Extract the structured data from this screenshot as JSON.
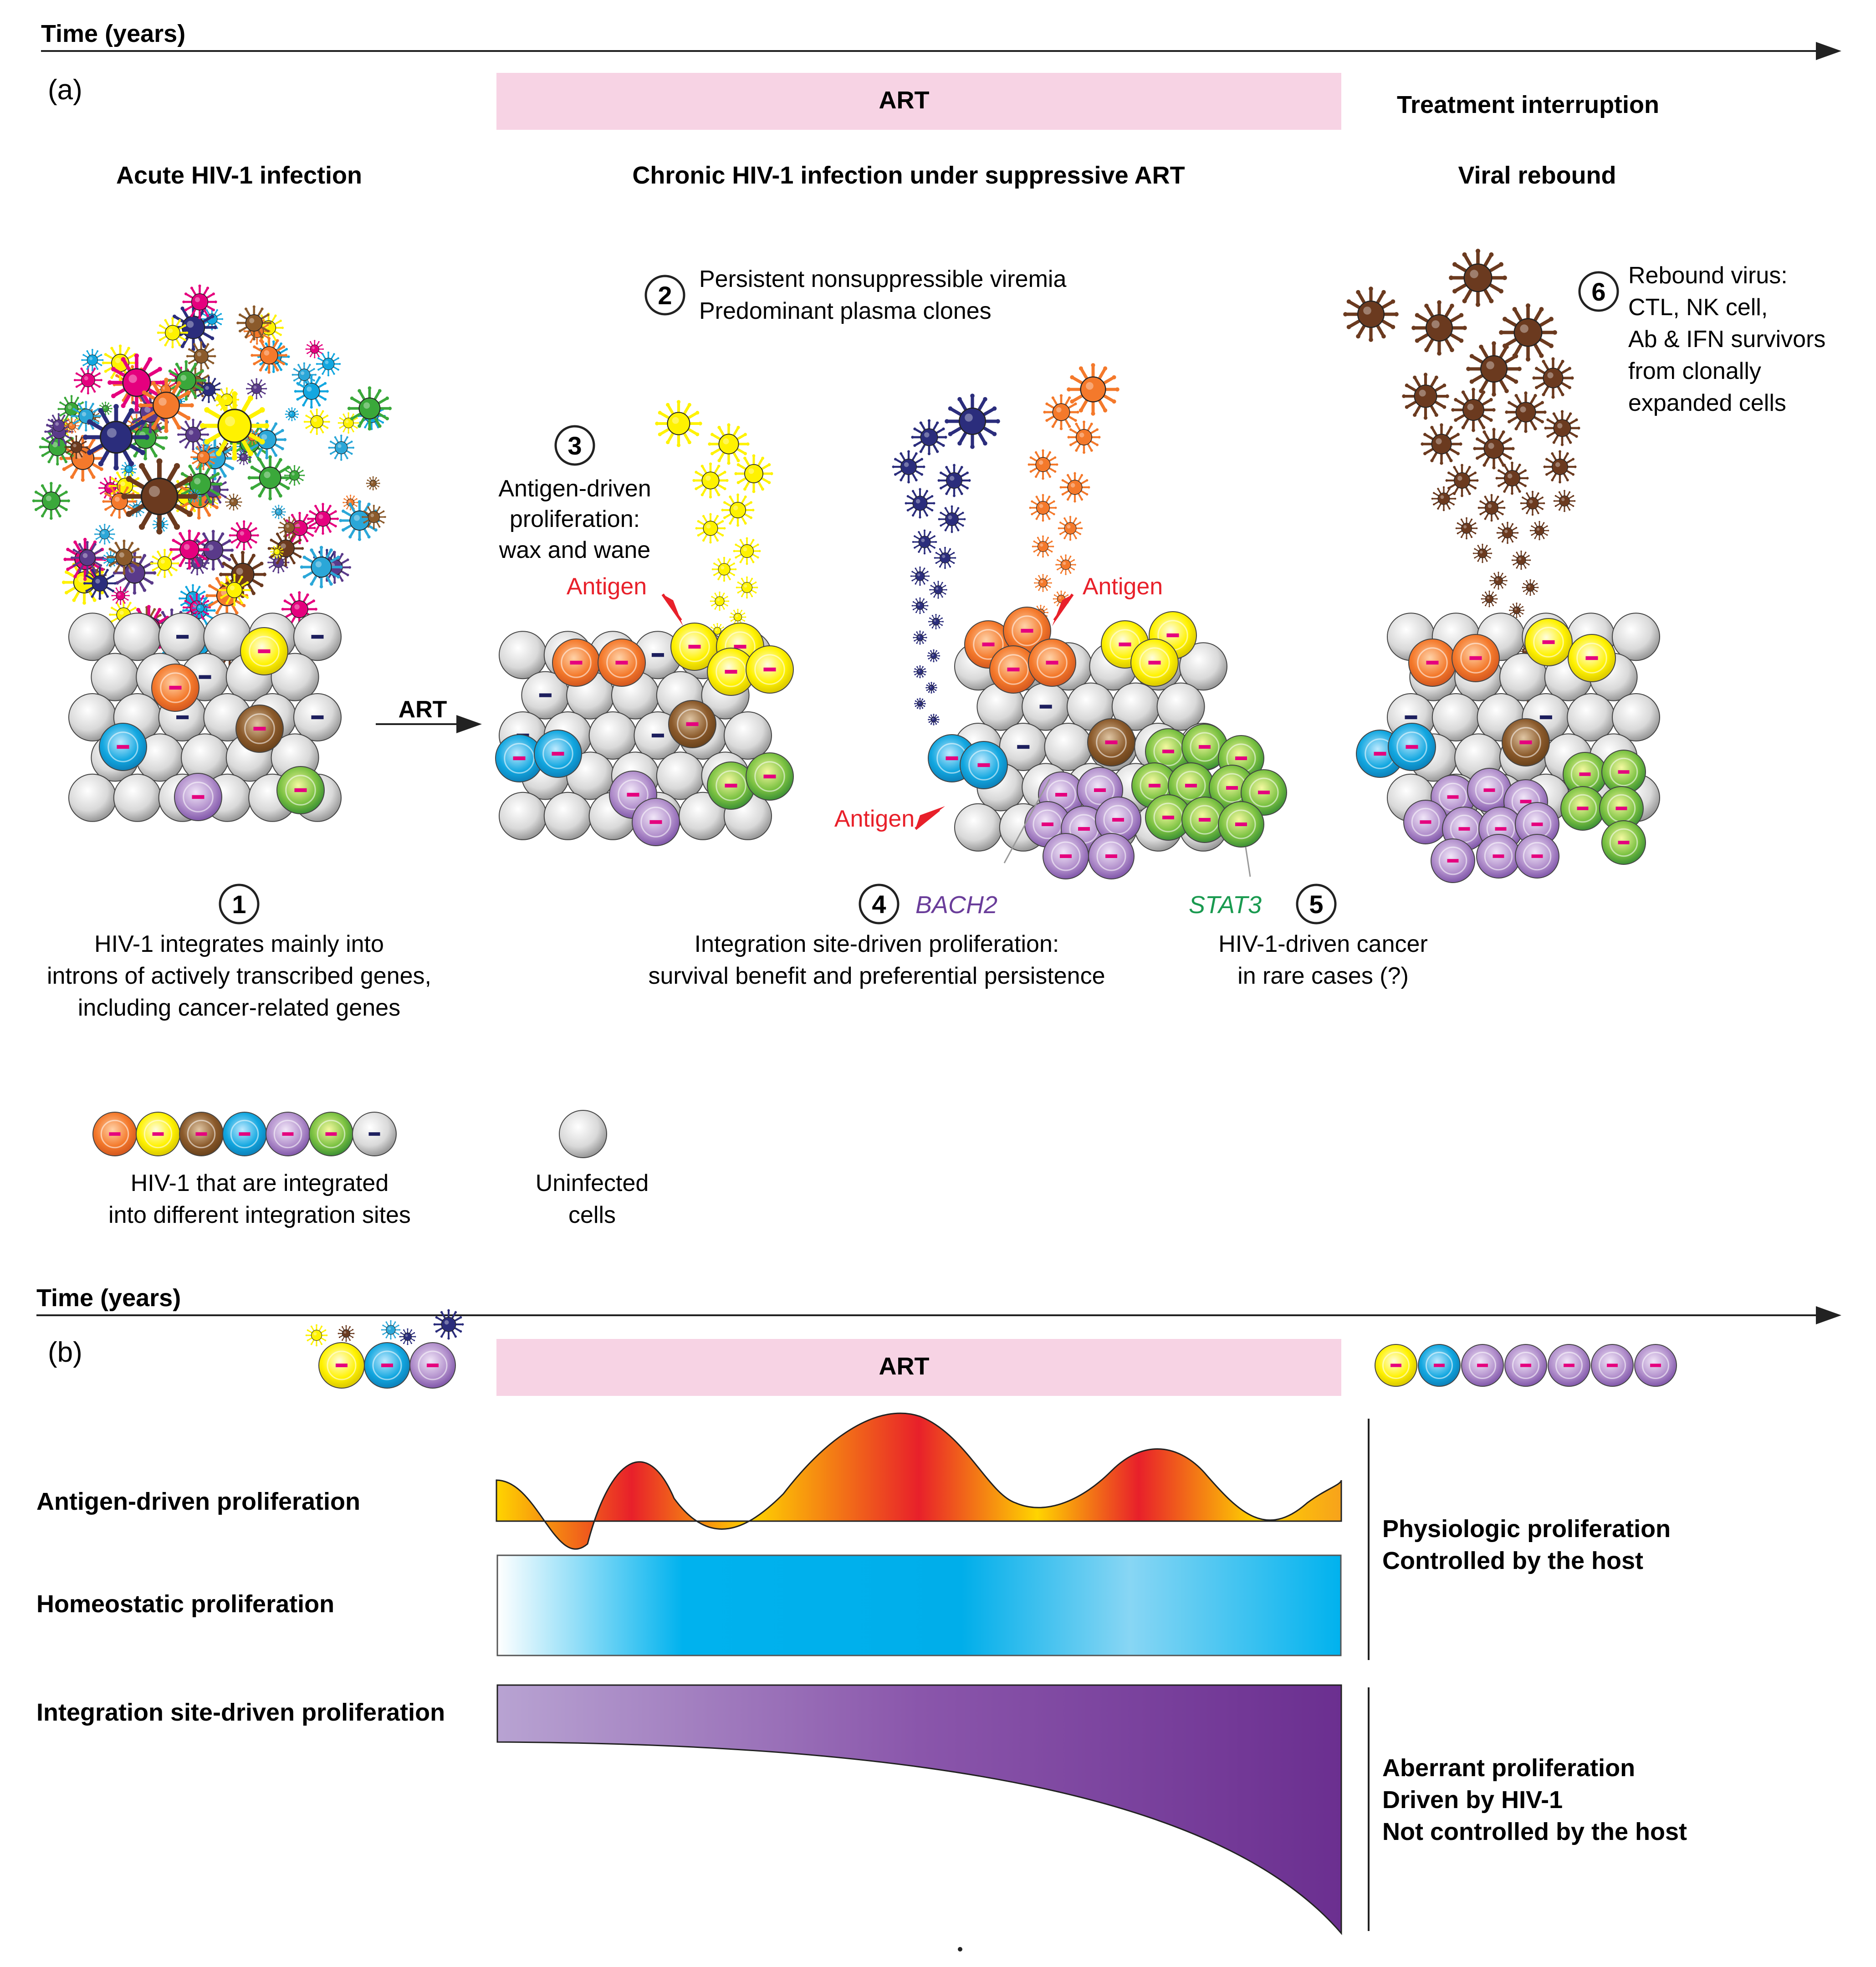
{
  "panel_a": {
    "time_label": "Time (years)",
    "panel_label": "(a)",
    "art_bar_label": "ART",
    "treatment_interruption": "Treatment interruption",
    "phase_acute": "Acute HIV-1 infection",
    "phase_chronic": "Chronic HIV-1 infection under suppressive ART",
    "phase_rebound": "Viral rebound",
    "art_arrow_label": "ART",
    "step1": {
      "num": "1",
      "lines": [
        "HIV-1 integrates mainly into",
        "introns of actively transcribed genes,",
        "including cancer-related genes"
      ]
    },
    "step2": {
      "num": "2",
      "lines": [
        "Persistent nonsuppressible viremia",
        "Predominant plasma clones"
      ]
    },
    "step3": {
      "num": "3",
      "lines": [
        "Antigen-driven",
        "proliferation:",
        "wax and wane"
      ]
    },
    "step4": {
      "num": "4",
      "gene": "BACH2",
      "lines": [
        "Integration site-driven proliferation:",
        "survival benefit and preferential persistence"
      ]
    },
    "step5": {
      "num": "5",
      "gene": "STAT3",
      "lines": [
        "HIV-1-driven cancer",
        "in rare cases (?)"
      ]
    },
    "step6": {
      "num": "6",
      "lines": [
        "Rebound virus:",
        "CTL, NK cell,",
        "Ab & IFN survivors",
        "from clonally",
        "expanded cells"
      ]
    },
    "antigen_label": "Antigen",
    "legend_infected": [
      "HIV-1 that are integrated",
      "into different integration sites"
    ],
    "legend_uninfected": [
      "Uninfected",
      "cells"
    ]
  },
  "panel_b": {
    "time_label": "Time (years)",
    "panel_label": "(b)",
    "art_bar_label": "ART",
    "rows": [
      "Antigen-driven proliferation",
      "Homeostatic proliferation",
      "Integration site-driven proliferation"
    ],
    "physiologic": [
      "Physiologic proliferation",
      "Controlled by the host"
    ],
    "aberrant": [
      "Aberrant proliferation",
      "Driven by HIV-1",
      "Not controlled by the host"
    ]
  },
  "colors": {
    "art_bar": "#f7d3e4",
    "antigen_red": "#e8202a",
    "bach2_purple": "#6a3d9a",
    "stat3_green": "#1a9a50",
    "orange": "#f4792b",
    "yellow": "#fff200",
    "brown": "#8b5a2b",
    "blue": "#12a7e0",
    "purple": "#9b6bb5",
    "green": "#3aa83a",
    "gray": "#c8c8c8",
    "homeostatic_blue": "#00b2ee",
    "integration_purple": "#7a3c98"
  }
}
